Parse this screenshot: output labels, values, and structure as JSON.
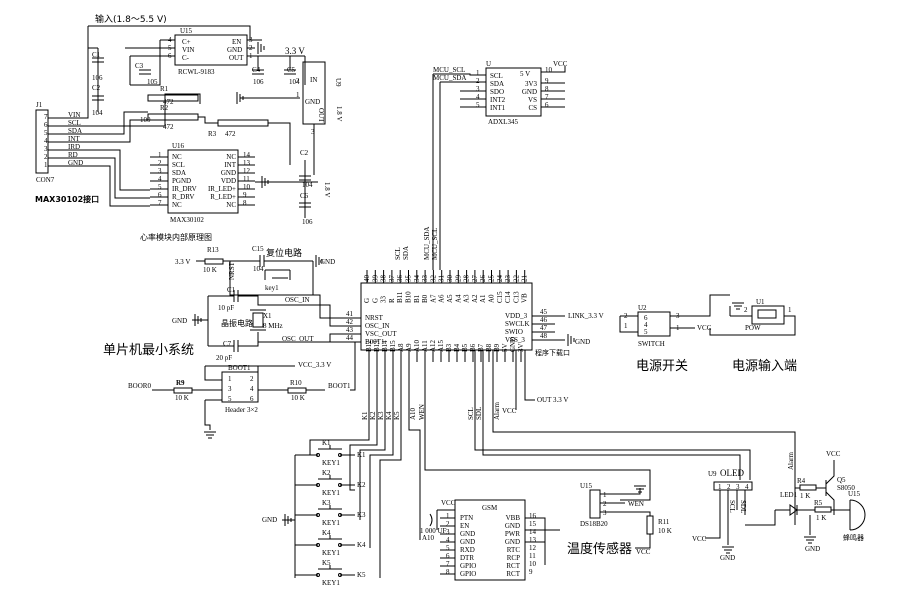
{
  "input_label": "输入(1.8～5.5 V)",
  "u15_reg": {
    "ref": "U15",
    "part": "RCWL-9183",
    "pins": [
      "C+",
      "VIN",
      "C-",
      "EN",
      "GND",
      "OUT"
    ],
    "pin_numbers": [
      "4",
      "5",
      "6",
      "3",
      "2",
      "1"
    ]
  },
  "v33_top": "3.3 V",
  "caps_top": {
    "c1": "C1",
    "c1_val": "106",
    "c2": "C2",
    "c2_val": "104",
    "c3": "C3",
    "c3_val": "105",
    "c4": "C4",
    "c4_val": "106",
    "c5": "C5",
    "c5_val": "104"
  },
  "u19": {
    "ref": "U9",
    "pins": [
      "IN",
      "GND",
      "OUT"
    ],
    "nums": [
      "2",
      "1",
      "3"
    ],
    "side": "1.8 V"
  },
  "resistors_top": {
    "r1": "R1",
    "r1_val": "472",
    "r2": "R2",
    "r2_val": "472",
    "r3": "R3",
    "r3_val": "472",
    "c100": "100"
  },
  "j1": {
    "ref": "J1",
    "name": "CON7",
    "pins": [
      "VIN",
      "SCL",
      "SDA",
      "INT",
      "IRD",
      "RD",
      "GND"
    ],
    "nums": [
      "7",
      "6",
      "5",
      "4",
      "3",
      "2",
      "1"
    ]
  },
  "u16": {
    "ref": "U16",
    "part": "MAX30102",
    "left_pins": [
      "NC",
      "SCL",
      "SDA",
      "PGND",
      "IR_DRV",
      "R_DRV",
      "NC"
    ],
    "left_nums": [
      "1",
      "2",
      "3",
      "4",
      "5",
      "6",
      "7"
    ],
    "right_pins": [
      "NC",
      "INT",
      "GND",
      "VDD",
      "IR_LED+",
      "R_LED+",
      "NC"
    ],
    "right_nums": [
      "14",
      "13",
      "12",
      "11",
      "10",
      "9",
      "8"
    ]
  },
  "caps_mid": {
    "c2": "C2",
    "c2_val": "104",
    "c6": "C6",
    "c6_val": "106",
    "v18": "1.8 V"
  },
  "max_label": "MAX30102接口",
  "heart_label": "心率模块内部原理图",
  "adxl": {
    "ref": "U",
    "part": "ADXL345",
    "left_pins": [
      "SCL",
      "SDA",
      "SDO",
      "INT2",
      "INT1"
    ],
    "left_nums": [
      "1",
      "2",
      "3",
      "4",
      "5"
    ],
    "right_pins": [
      "3V3",
      "GND",
      "VS",
      "CS"
    ],
    "right_nums": [
      "9",
      "8",
      "7",
      "6"
    ],
    "top_right": "5 V",
    "vcc": "VCC",
    "top_num": "10",
    "mcu_scl": "MCU_SCL",
    "mcu_sda": "MCU_SDA"
  },
  "reset": {
    "c15": "C15",
    "c15_val": "104",
    "r13": "R13",
    "r13_val": "10 K",
    "v33": "3.3 V",
    "label": "复位电路",
    "gnd": "GND",
    "key": "key1"
  },
  "crystal": {
    "c1": "C1",
    "c1_val": "10 pF",
    "c7": "C7",
    "c7_val": "20 pF",
    "x1": "X1",
    "x1_val": "8 MHz",
    "label": "晶振电路",
    "osc_in": "OSC_IN",
    "osc_out": "OSC_OUT",
    "gnd": "GND"
  },
  "mcu_min_label": "单片机最小系统",
  "mcu": {
    "top_pins": [
      "G",
      "G",
      "33",
      "R",
      "B11",
      "B10",
      "B1",
      "B0",
      "A7",
      "A6",
      "A5",
      "A4",
      "A3",
      "A2",
      "A1",
      "A0",
      "C15",
      "C14",
      "C13",
      "VB"
    ],
    "top_nums": [
      "40",
      "39",
      "38",
      "37",
      "36",
      "35",
      "34",
      "33",
      "32",
      "31",
      "30",
      "29",
      "28",
      "27",
      "26",
      "25",
      "24",
      "23",
      "22",
      "21"
    ],
    "left_pins": [
      "NRST",
      "OSC_IN",
      "VSC_OUT",
      "B00T1"
    ],
    "left_nums": [
      "41",
      "42",
      "43",
      "44"
    ],
    "right_pins": [
      "VDD_3",
      "SWCLK",
      "SWIO",
      "VSS_3"
    ],
    "right_nums": [
      "45",
      "46",
      "47",
      "48"
    ],
    "bottom_pins": [
      "B12",
      "B13",
      "B14",
      "B15",
      "A8",
      "A9",
      "A10",
      "A11",
      "A12",
      "A15",
      "B3",
      "B4",
      "B5",
      "B6",
      "B7",
      "B8",
      "B9",
      "5V",
      "GND",
      "3V"
    ],
    "bottom_nums": [
      "1",
      "2",
      "3",
      "4",
      "5",
      "6",
      "7",
      "8",
      "9",
      "10",
      "11",
      "12",
      "13",
      "14",
      "15",
      "16",
      "17",
      "18",
      "19",
      "20"
    ],
    "scl": "SCL",
    "sda": "SDA",
    "mcu_sda": "MCU_SDA",
    "mcu_scl": "MCU_SCL",
    "link": "LINK_3.3 V",
    "gnd": "GND",
    "prog": "程序下载口",
    "out33": "OUT 3.3 V",
    "vcc": "VCC"
  },
  "boot": {
    "ref": "BOOT1",
    "vcc": "VCC_3.3 V",
    "header": "Header 3×2",
    "nums": [
      "1",
      "2",
      "3",
      "4",
      "5",
      "6"
    ],
    "r9": "R9",
    "r9_val": "10 K",
    "r10": "R10",
    "r10_val": "10 K",
    "boor0": "BOOR0",
    "boot1": "BOOT1"
  },
  "bottom_nets": {
    "k": [
      "K1",
      "K2",
      "K3",
      "K4",
      "K5"
    ],
    "a10": "A10",
    "wen": "WEN",
    "scl": "SCL",
    "sdl": "SDL",
    "alarm": "Alarm",
    "vcc": "VCC"
  },
  "keys": {
    "labels": [
      "K1",
      "K2",
      "K3",
      "K4",
      "K5"
    ],
    "names": [
      "KEY1",
      "KEY1",
      "KEY1",
      "KEY1",
      "KEY1"
    ],
    "gnd": "GND"
  },
  "switch": {
    "ref": "U2",
    "name": "SWITCH",
    "left": [
      "2",
      "1"
    ],
    "mid": [
      "6",
      "4",
      "5"
    ],
    "right": [
      "3",
      "1"
    ],
    "vcc": "VCC",
    "label": "电源开关"
  },
  "power_in": {
    "ref": "U1",
    "name": "POW",
    "nums": [
      "2",
      "1"
    ],
    "label": "电源输入端"
  },
  "gsm": {
    "title": "GSM",
    "vcc": "VCC",
    "cap": "1 000 UF",
    "a10": "A10",
    "left": [
      "PTN",
      "EN",
      "GND",
      "GND",
      "RXD",
      "DTR",
      "GPIO",
      "GPIO"
    ],
    "right": [
      "VBB",
      "GND",
      "PWR",
      "GND",
      "RTC",
      "RCP",
      "RCT",
      "RCT"
    ],
    "lnums": [
      "1",
      "2",
      "3",
      "4",
      "5",
      "6",
      "7",
      "8"
    ],
    "rnums": [
      "16",
      "15",
      "14",
      "13",
      "12",
      "11",
      "10",
      "9"
    ]
  },
  "ds18": {
    "ref": "U15",
    "part": "DS18B20",
    "nums": [
      "1",
      "2",
      "3"
    ],
    "wen": "WEN",
    "r11": "R11",
    "r11_val": "10 K",
    "vcc": "VCC",
    "label": "温度传感器"
  },
  "oled": {
    "ref": "U9",
    "label": "OLED",
    "nums": [
      "1",
      "2",
      "3",
      "4"
    ],
    "scl": "SCL",
    "sdl": "SDL",
    "vcc": "VCC",
    "gnd": "GND"
  },
  "buzzer": {
    "alarm": "Alarm",
    "r4": "R4",
    "r4_val": "1 K",
    "q5": "Q5",
    "q5_part": "S8050",
    "vcc": "VCC",
    "led": "LED1",
    "r5": "R5",
    "r5_val": "1 K",
    "u15": "U15",
    "name": "蜂鸣器",
    "gnd": "GND"
  }
}
